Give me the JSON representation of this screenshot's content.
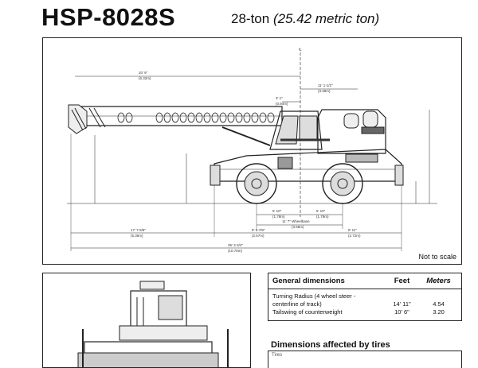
{
  "header": {
    "model": "HSP-8028S",
    "capacity": "28-ton",
    "capacity_metric": "(25.42 metric ton)"
  },
  "diagram": {
    "note": "Not to scale",
    "centerline_label": "℄",
    "dimension_labels": {
      "boom_overhang": "20' 9\"",
      "boom_overhang_m": "(6.32m)",
      "rear_top": "11' 1-1/2\"",
      "rear_top_m": "(3.39m)",
      "cab_offset": "3' 1\"",
      "cab_offset_m": "(0.94m)",
      "axle_left": "5' 10\"",
      "axle_left_m": "(1.78m)",
      "axle_right": "5' 10\"",
      "axle_right_m": "(1.78m)",
      "wheelbase": "11' 7\" Wheelbase",
      "wheelbase_m": "(3.56m)",
      "front_overhang": "17' 7-5/8\"",
      "front_overhang_m": "(5.36m)",
      "mid_span": "8' 8-7/8\"",
      "mid_span_m": "(2.67m)",
      "rear_span": "8' 11\"",
      "rear_span_m": "(2.72m)",
      "overall_length": "35' 3-3/4\"",
      "overall_length_m": "(10.76m)"
    }
  },
  "general_dimensions": {
    "title": "General dimensions",
    "col_feet": "Feet",
    "col_meters": "Meters",
    "rows": [
      {
        "label_line1": "Turning Radius (4 wheel steer -",
        "label_line2": "centerline of track)",
        "feet": "14'  11\"",
        "meters": "4.54"
      },
      {
        "label_line1": "Tailswing of counterweight",
        "label_line2": "",
        "feet": "10'   6\"",
        "meters": "3.20"
      }
    ]
  },
  "tires": {
    "title": "Dimensions affected by tires",
    "stub": "Tires"
  }
}
